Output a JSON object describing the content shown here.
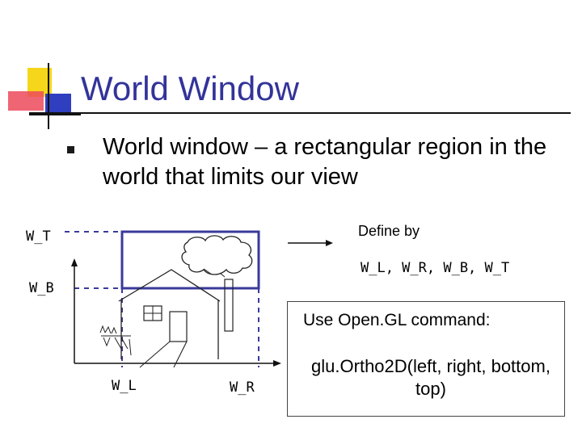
{
  "slide": {
    "title": "World Window",
    "bullet": "World window – a rectangular region in the world that limits our view"
  },
  "labels": {
    "w_t": "W_T",
    "w_b": "W_B",
    "w_l": "W_L",
    "w_r": "W_R"
  },
  "side": {
    "define_by": "Define by",
    "params": "W_L, W_R, W_B, W_T"
  },
  "command_box": {
    "intro": "Use Open.GL command:",
    "command": "glu.Ortho2D(left, right, bottom, top)"
  },
  "colors": {
    "title": "#33339a",
    "window_rect": "#3a3a9a",
    "logo_yellow": "#f5d61a",
    "logo_red": "#ec4a5a",
    "logo_blue": "#2f3fbf"
  }
}
